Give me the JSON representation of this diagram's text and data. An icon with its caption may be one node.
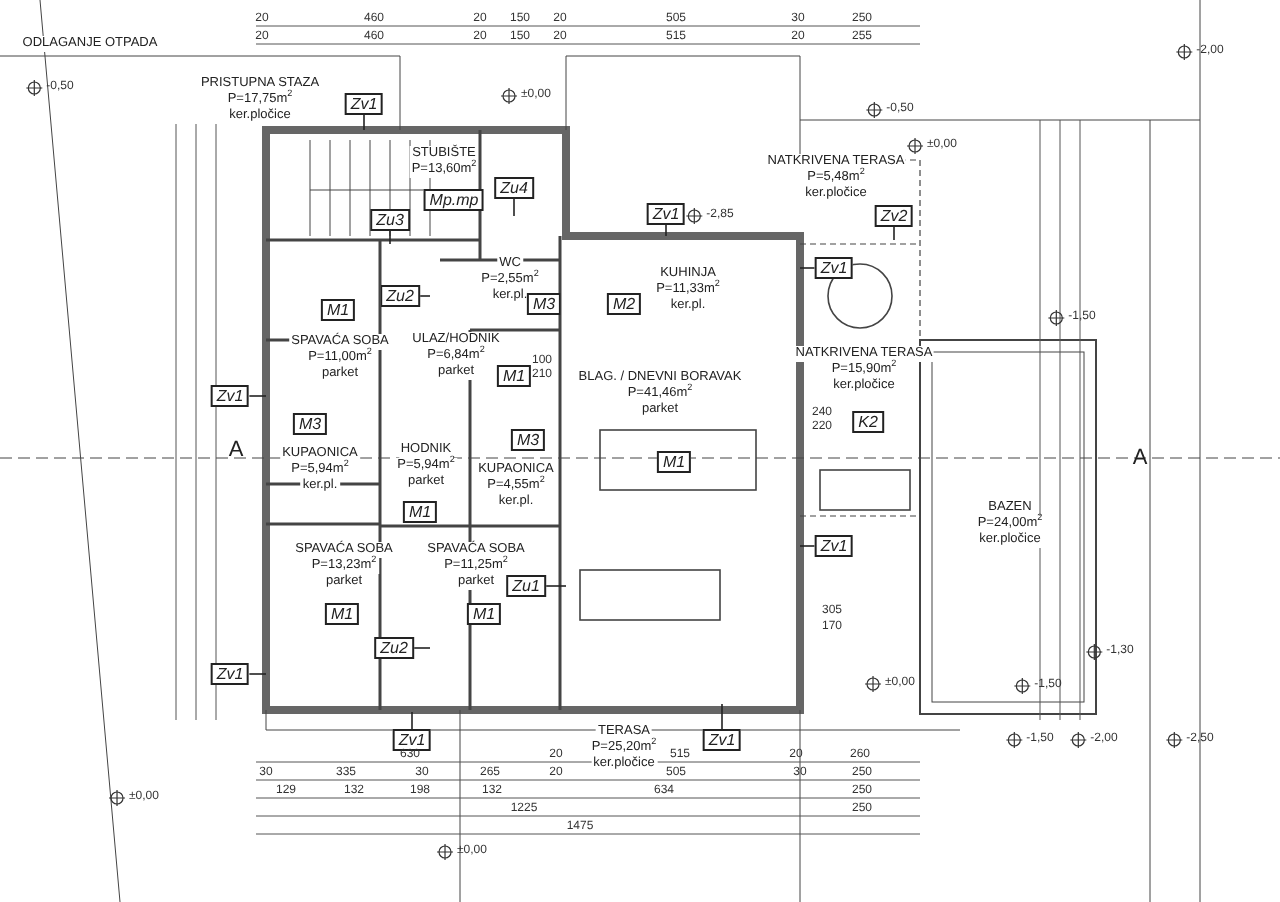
{
  "diagram": {
    "nodes": [
      {
        "text": [
          "ODLAGANJE OTPADA"
        ]
      },
      {
        "text": [
          "PRISTUPNA STAZA",
          "P=17,75m$^{2}$",
          "ker.pločice"
        ]
      },
      {
        "text": [
          "STUBIŠTE",
          "P=13,60m$^{2}$"
        ]
      },
      {
        "text": [
          "WC",
          "P=2,55m$^{2}$",
          "ker.pl."
        ]
      },
      {
        "text": [
          "SPAVAĆA SOBA",
          "P=11,00m$^{2}$",
          "parket"
        ]
      },
      {
        "text": [
          "ULAZ/HODNIK",
          "P=6,84m$^{2}$",
          "parket"
        ]
      },
      {
        "text": [
          "KUPAONICA",
          "P=5,94m$^{2}$",
          "ker.pl."
        ]
      },
      {
        "text": [
          "HODNIK",
          "P=5,94m$^{2}$",
          "parket"
        ]
      },
      {
        "text": [
          "KUPAONICA",
          "P=4,55m$^{2}$",
          "ker.pl."
        ]
      },
      {
        "text": [
          "SPAVAĆA SOBA",
          "P=13,23m$^{2}$",
          "parket"
        ]
      },
      {
        "text": [
          "SPAVAĆA SOBA",
          "P=11,25m$^{2}$",
          "parket"
        ]
      },
      {
        "text": [
          "KUHINJA",
          "P=11,33m$^{2}$",
          "ker.pl."
        ]
      },
      {
        "text": [
          "BLAG. / DNEVNI BORAVAK",
          "P=41,46m$^{2}$",
          "parket"
        ]
      },
      {
        "text": [
          "NATKRIVENA TERASA",
          "P=5,48m$^{2}$",
          "ker.pločice"
        ]
      },
      {
        "text": [
          "NATKRIVENA TERASA",
          "P=15,90m$^{2}$",
          "ker.pločice"
        ]
      },
      {
        "text": [
          "BAZEN",
          "P=24,00m$^{2}$",
          "ker.pločice"
        ]
      },
      {
        "text": [
          "TERASA",
          "P=25,20m$^{2}$",
          "ker.pločice"
        ]
      },
      {
        "text": [
          "Zv1"
        ]
      },
      {
        "text": [
          "Mp.mp"
        ]
      },
      {
        "text": [
          "Zu4"
        ]
      },
      {
        "text": [
          "Zu3"
        ]
      },
      {
        "text": [
          "M3"
        ]
      },
      {
        "text": [
          "Zu2"
        ]
      },
      {
        "text": [
          "M1"
        ]
      },
      {
        "text": [
          "M1"
        ]
      },
      {
        "text": [
          "Zv1"
        ]
      },
      {
        "text": [
          "M3"
        ]
      },
      {
        "text": [
          "M3"
        ]
      },
      {
        "text": [
          "M1"
        ]
      },
      {
        "text": [
          "Zu1"
        ]
      },
      {
        "text": [
          "M1"
        ]
      },
      {
        "text": [
          "M1"
        ]
      },
      {
        "text": [
          "Zu2"
        ]
      },
      {
        "text": [
          "Zv1"
        ]
      },
      {
        "text": [
          "Zv1"
        ]
      },
      {
        "text": [
          "Zv1"
        ]
      },
      {
        "text": [
          "Zv2"
        ]
      },
      {
        "text": [
          "Zv1"
        ]
      },
      {
        "text": [
          "M2"
        ]
      },
      {
        "text": [
          "M1"
        ]
      },
      {
        "text": [
          "K2"
        ]
      },
      {
        "text": [
          "Zv1"
        ]
      },
      {
        "text": [
          "Zv1"
        ]
      }
    ],
    "edges": [
      {
        "from": 17,
        "to": null,
        "arrow": "none"
      },
      {
        "from": 19,
        "to": null,
        "arrow": "none"
      },
      {
        "from": 20,
        "to": null,
        "arrow": "none"
      },
      {
        "from": 22,
        "to": null,
        "arrow": "none"
      },
      {
        "from": 25,
        "to": null,
        "arrow": "none"
      },
      {
        "from": 29,
        "to": null,
        "arrow": "none"
      },
      {
        "from": 32,
        "to": null,
        "arrow": "none"
      },
      {
        "from": 33,
        "to": null,
        "arrow": "none"
      },
      {
        "from": 34,
        "to": null,
        "arrow": "none"
      },
      {
        "from": 35,
        "to": null,
        "arrow": "none"
      },
      {
        "from": 36,
        "to": null,
        "arrow": "none"
      },
      {
        "from": 37,
        "to": null,
        "arrow": "none"
      },
      {
        "from": 41,
        "to": null,
        "arrow": "none"
      },
      {
        "from": 42,
        "to": null,
        "arrow": "none"
      }
    ],
    "labels": [
      "20",
      "460",
      "20",
      "150",
      "20",
      "505",
      "30",
      "250",
      "20",
      "460",
      "20",
      "150",
      "20",
      "515",
      "20",
      "255",
      "-2,00",
      "-0,50",
      "±0,00",
      "-0,50",
      "±0,00",
      "-2,85",
      "100",
      "210",
      "-1,50",
      "240",
      "220",
      "A",
      "A",
      "305",
      "170",
      "-1,30",
      "±0,00",
      "-1,50",
      "-1,50",
      "-2,00",
      "-2,50",
      "630",
      "20",
      "515",
      "20",
      "260",
      "30",
      "335",
      "30",
      "265",
      "20",
      "505",
      "30",
      "250",
      "129",
      "132",
      "198",
      "132",
      "634",
      "250",
      "±0,00",
      "1225",
      "250",
      "1475",
      "±0,00"
    ]
  }
}
